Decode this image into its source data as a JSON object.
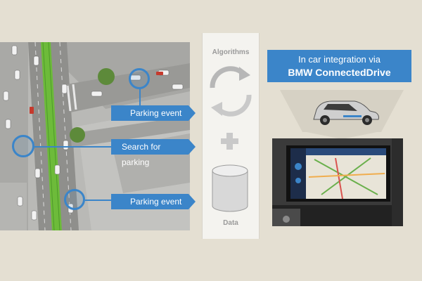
{
  "events": {
    "parking_event_top": "Parking event",
    "search_for_parking": "Search for parking",
    "parking_event_bottom": "Parking event"
  },
  "middle": {
    "algorithms_label": "Algorithms",
    "data_label": "Data"
  },
  "integration": {
    "line1": "In car integration via",
    "line2": "BMW ConnectedDrive"
  },
  "colors": {
    "accent_blue": "#3b85c9",
    "background": "#e4dfd2",
    "panel": "#f4f3ef",
    "road_green": "#6dbb3a"
  }
}
